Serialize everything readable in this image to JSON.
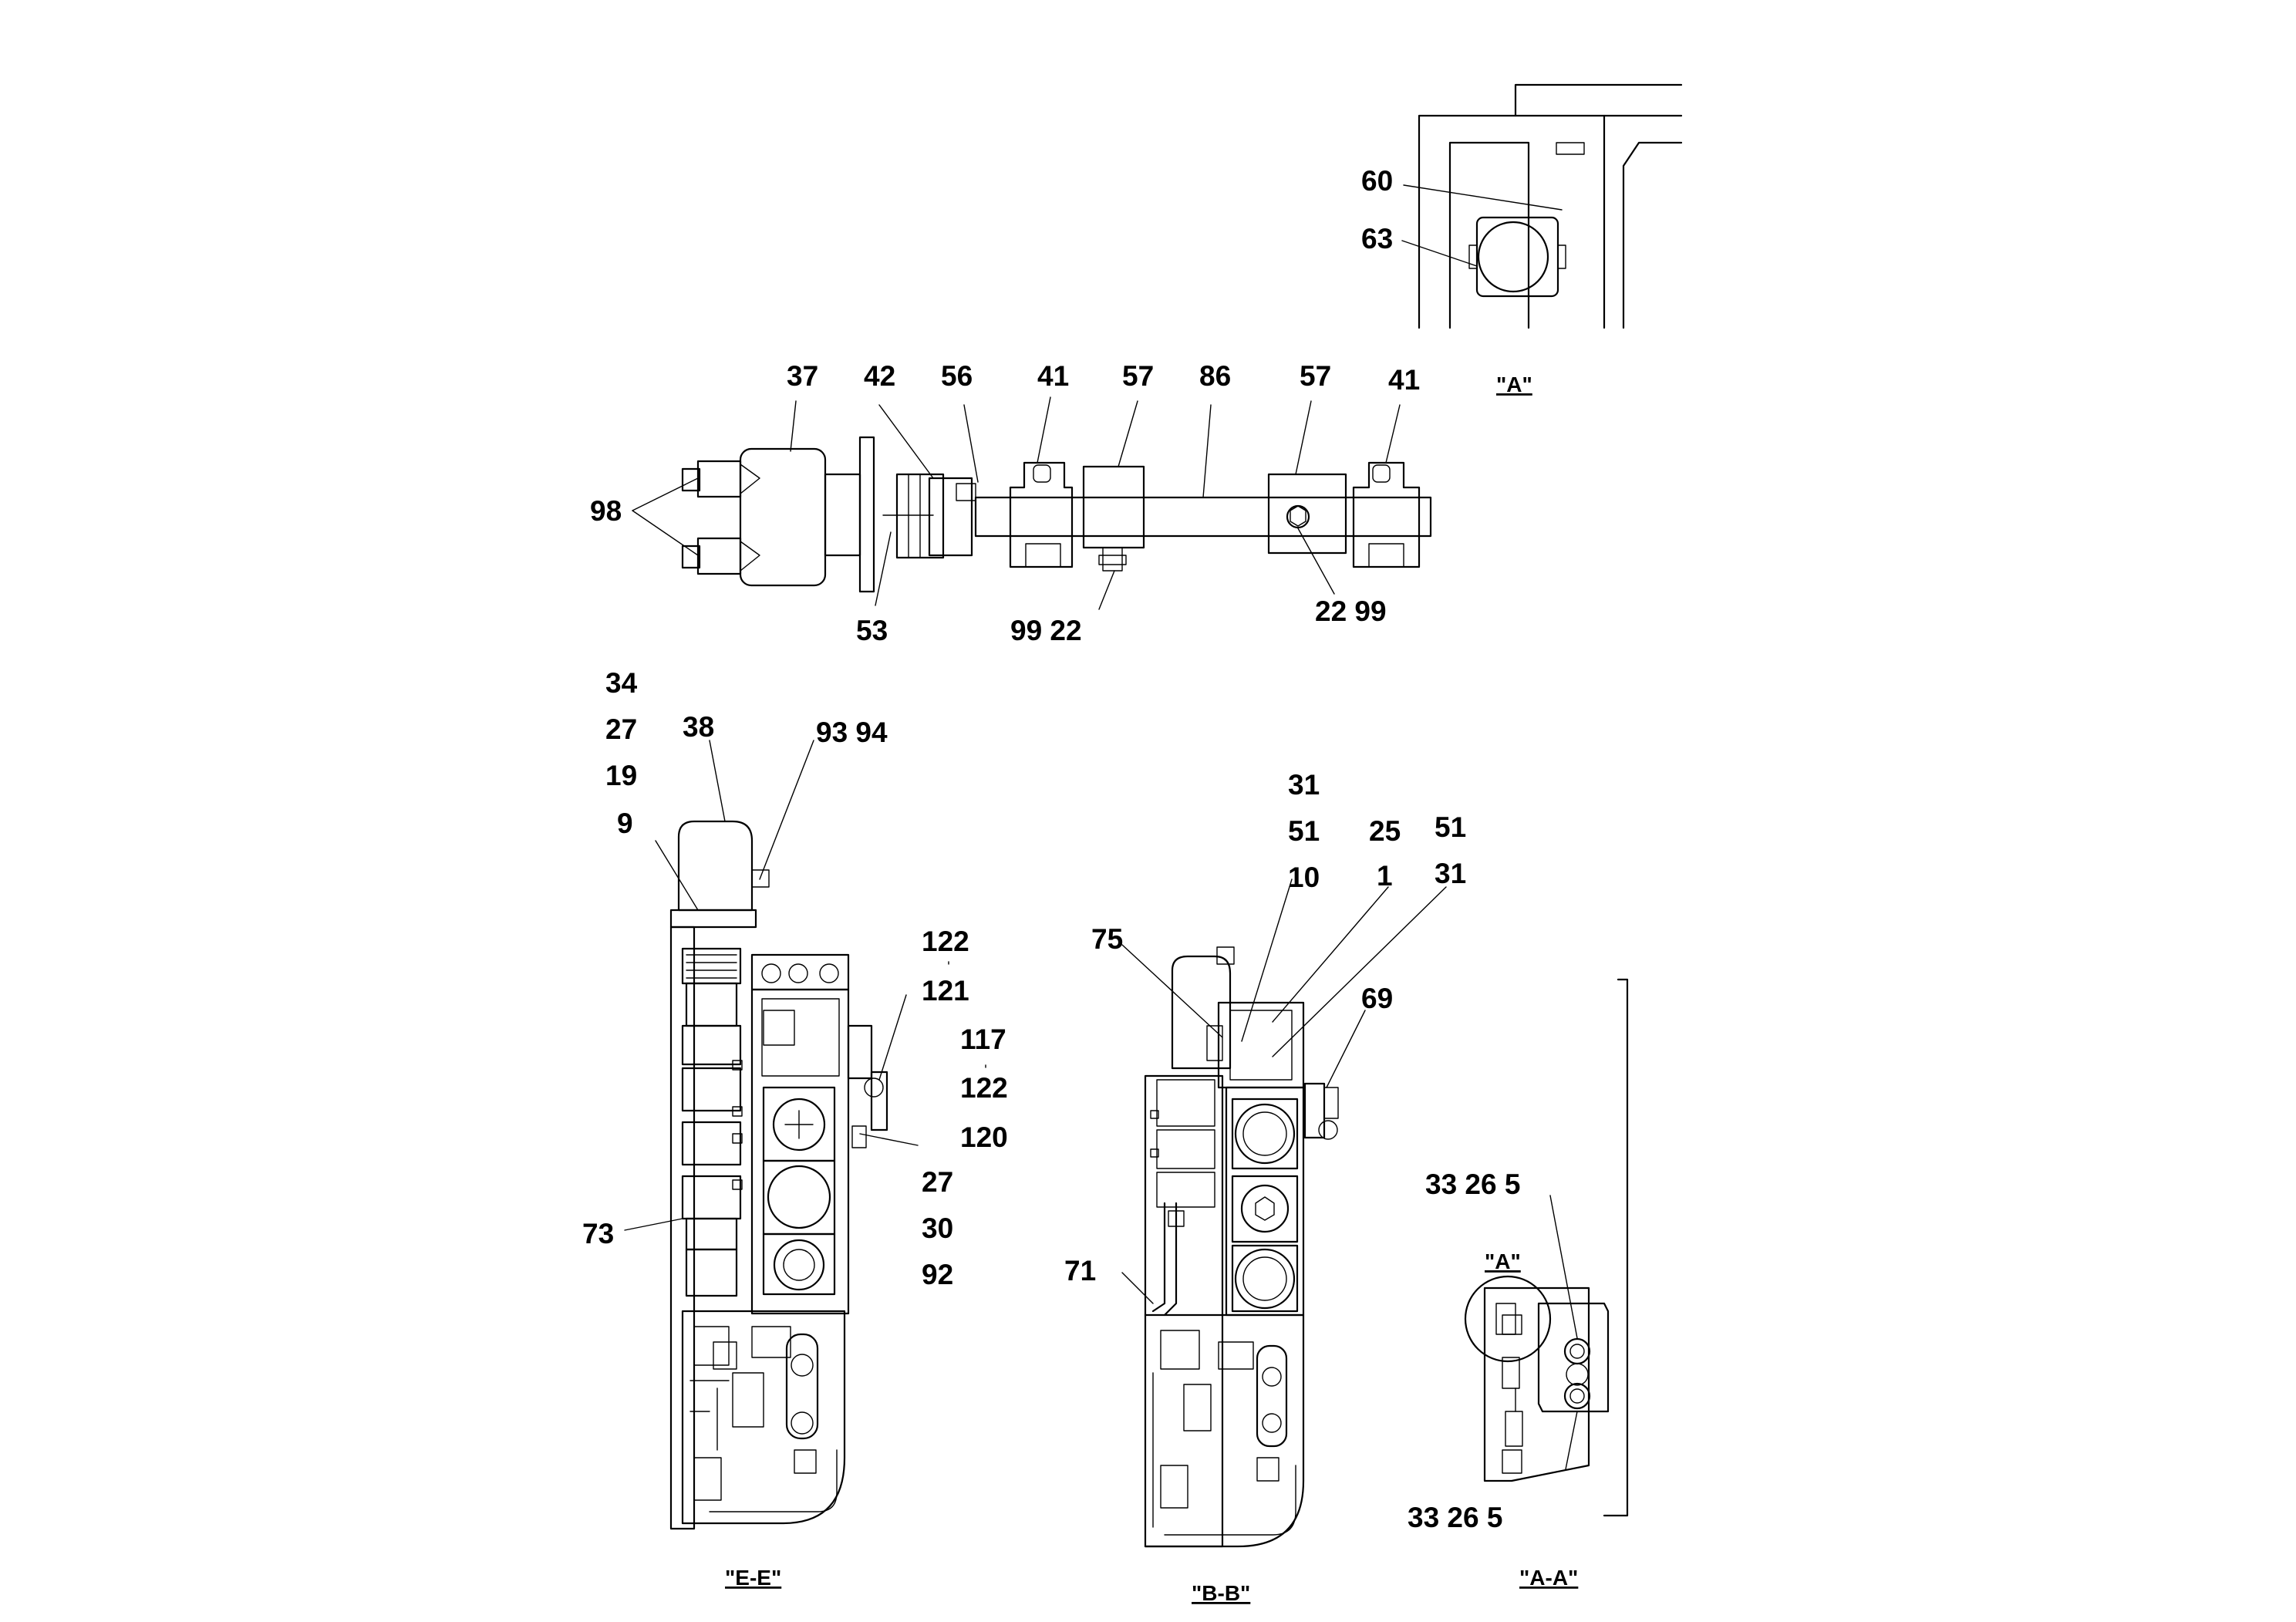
{
  "views": {
    "detail_a": {
      "title": "\"A\"",
      "callouts": [
        "60",
        "63"
      ]
    },
    "shaft_assembly": {
      "callouts": [
        "37",
        "42",
        "56",
        "41",
        "57",
        "86",
        "57",
        "41",
        "98",
        "53",
        "99 22",
        "22 99"
      ]
    },
    "section_e_e": {
      "title": "\"E-E\"",
      "callouts": [
        "34",
        "27",
        "19",
        "9",
        "38",
        "93 94",
        "122",
        "121",
        "117",
        "122",
        "120",
        "27",
        "30",
        "92",
        "73"
      ]
    },
    "section_b_b": {
      "title": "\"B-B\"",
      "callouts": [
        "31",
        "51",
        "10",
        "25",
        "1",
        "51",
        "31",
        "75",
        "69",
        "71"
      ]
    },
    "section_a_a": {
      "title": "\"A-A\"",
      "callouts": [
        "33 26  5",
        "\"A\"",
        "33 26  5"
      ]
    }
  }
}
